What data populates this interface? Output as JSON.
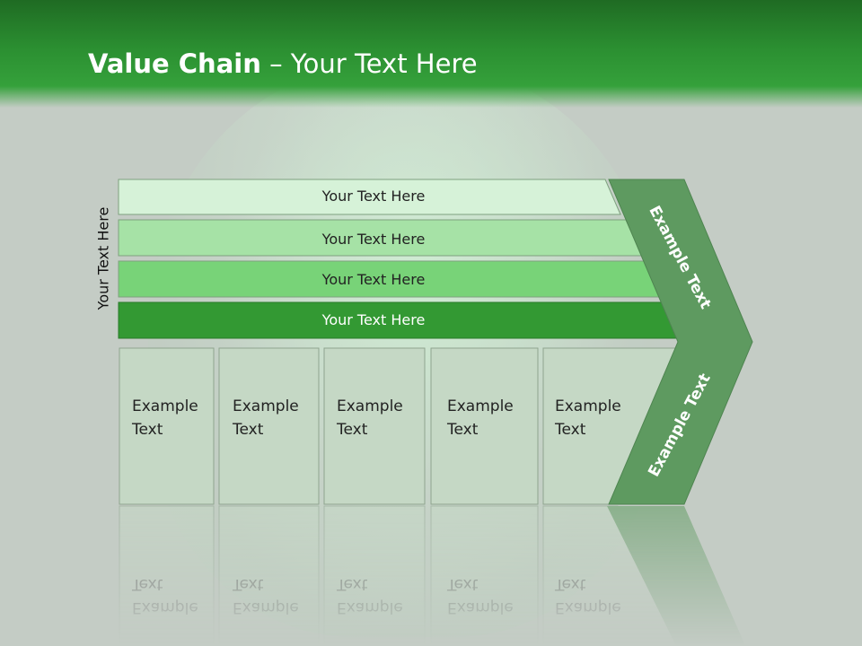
{
  "slide": {
    "title_bold": "Value Chain",
    "title_rest": " – Your Text Here",
    "side_label": "Your Text Here"
  },
  "bars": [
    {
      "label": "Your Text Here",
      "fill": "#d6f2d8",
      "text_color": "#222222"
    },
    {
      "label": "Your Text Here",
      "fill": "#a6e2a6",
      "text_color": "#222222"
    },
    {
      "label": "Your Text Here",
      "fill": "#78d378",
      "text_color": "#222222"
    },
    {
      "label": "Your Text Here",
      "fill": "#339933",
      "text_color": "#ffffff"
    }
  ],
  "boxes": [
    {
      "line1": "Example",
      "line2": "Text"
    },
    {
      "line1": "Example",
      "line2": "Text"
    },
    {
      "line1": "Example",
      "line2": "Text"
    },
    {
      "line1": "Example",
      "line2": "Text"
    },
    {
      "line1": "Example",
      "line2": "Text"
    }
  ],
  "chevron": {
    "upper_label": "Example Text",
    "lower_label": "Example Text",
    "fill": "#5e9a60"
  },
  "colors": {
    "header": "#2b8f31",
    "box_fill": "#c5d8c5",
    "box_stroke": "#8fa48f",
    "background": "#c4ccc5"
  }
}
